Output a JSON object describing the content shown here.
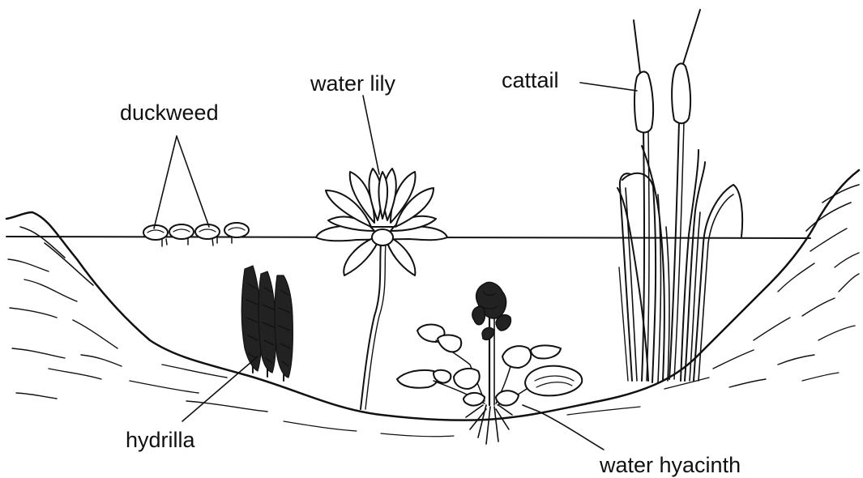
{
  "diagram": {
    "labels": {
      "duckweed": "duckweed",
      "water_lily": "water lily",
      "cattail": "cattail",
      "hydrilla": "hydrilla",
      "water_hyacinth": "water hyacinth"
    }
  }
}
